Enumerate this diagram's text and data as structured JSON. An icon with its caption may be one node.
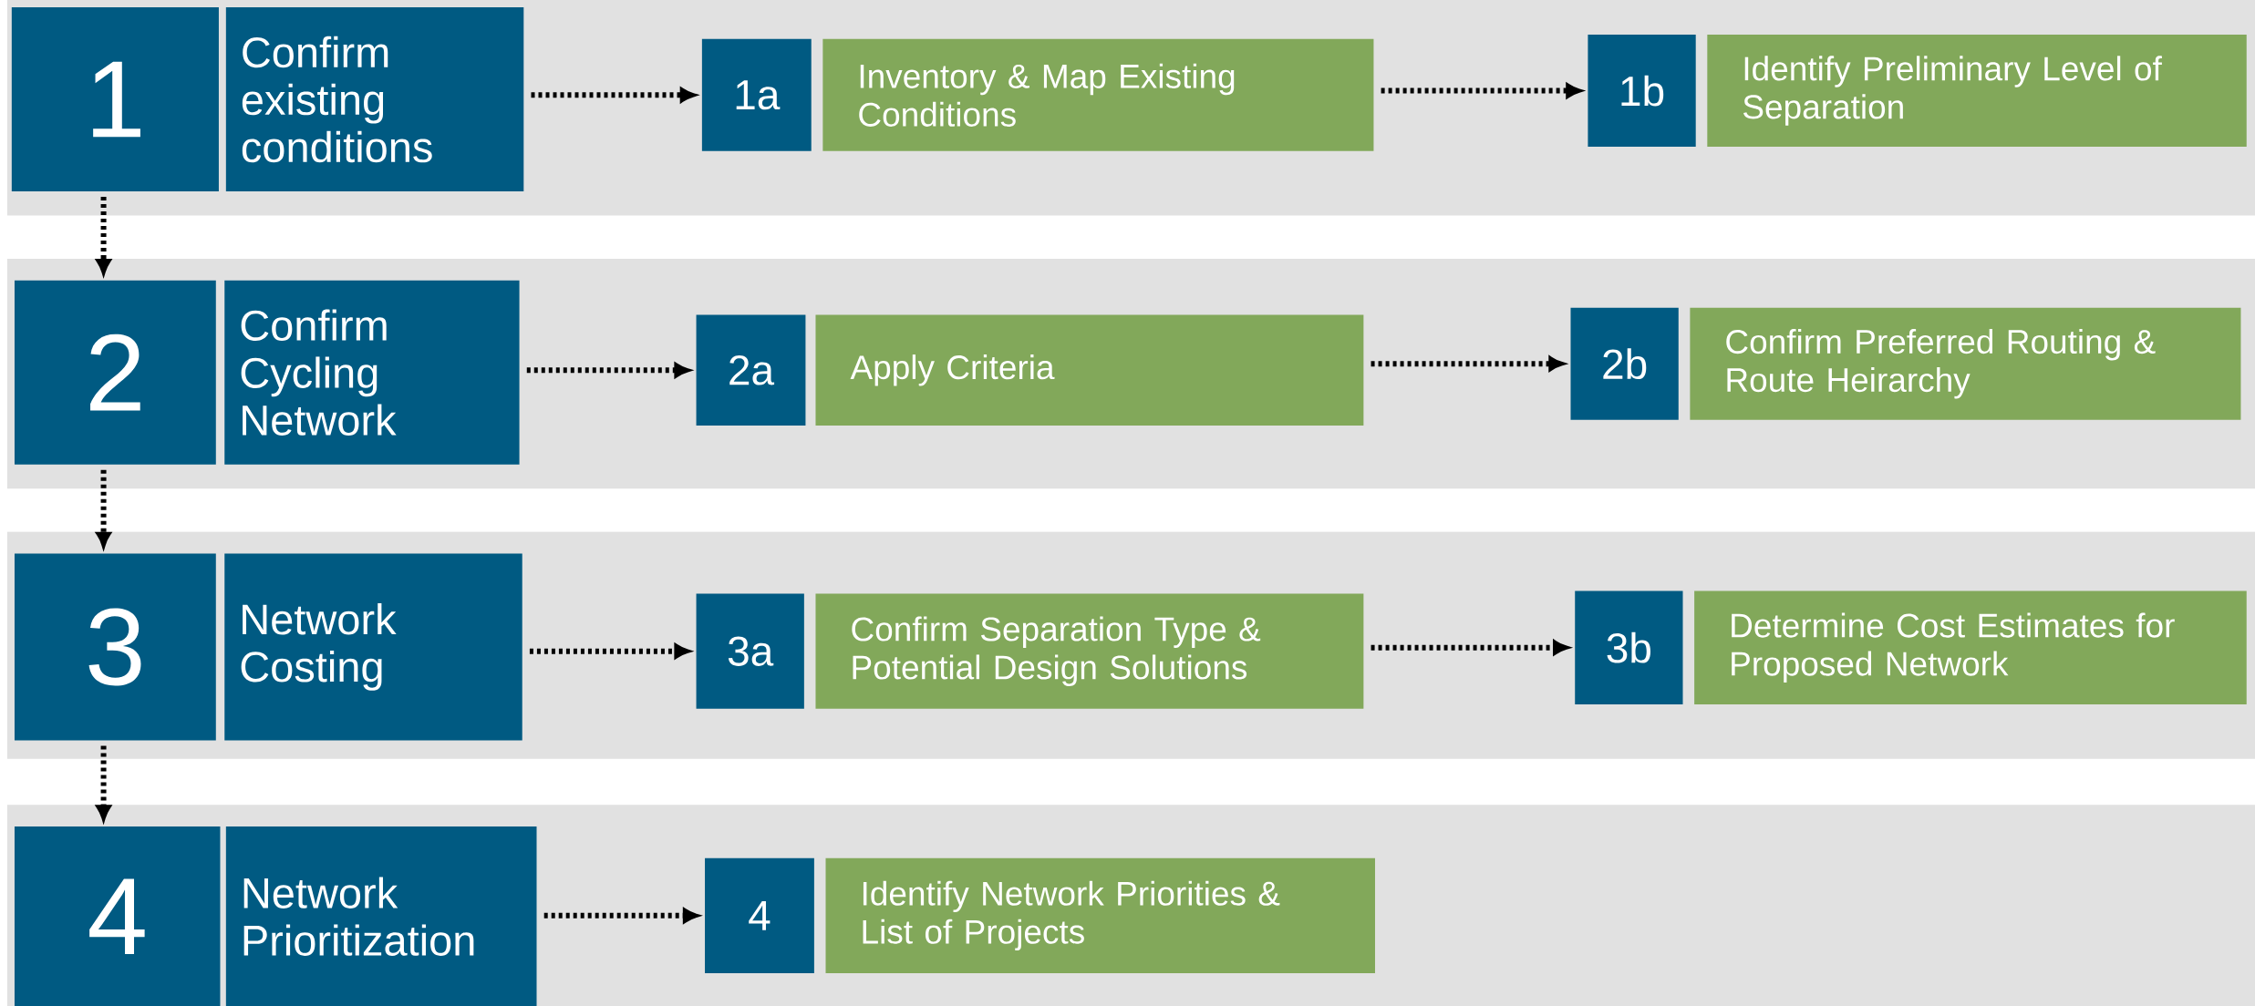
{
  "diagram": {
    "nodes": [
      {
        "text": [
          "1"
        ]
      },
      {
        "text": [
          "Confirm existing conditions"
        ]
      },
      {
        "text": [
          "1a"
        ]
      },
      {
        "text": [
          "Inventory & Map Existing Conditions"
        ]
      },
      {
        "text": [
          "1b"
        ]
      },
      {
        "text": [
          "Identify Preliminary Level of Separation"
        ]
      },
      {
        "text": [
          "2"
        ]
      },
      {
        "text": [
          "Confirm Cycling Network"
        ]
      },
      {
        "text": [
          "2a"
        ]
      },
      {
        "text": [
          "Apply Criteria"
        ]
      },
      {
        "text": [
          "2b"
        ]
      },
      {
        "text": [
          "Confirm Preferred Routing & Route Heirarchy"
        ]
      },
      {
        "text": [
          "3"
        ]
      },
      {
        "text": [
          "Network Costing"
        ]
      },
      {
        "text": [
          "3a"
        ]
      },
      {
        "text": [
          "Confirm Separation Type & Potential Design Solutions"
        ]
      },
      {
        "text": [
          "3b"
        ]
      },
      {
        "text": [
          "Determine Cost Estimates for Proposed Network"
        ]
      },
      {
        "text": [
          "4"
        ]
      },
      {
        "text": [
          "Network Prioritization"
        ]
      },
      {
        "text": [
          "4"
        ]
      },
      {
        "text": [
          "Identify Network Priorities & List of Projects"
        ]
      }
    ],
    "edges": [
      {
        "from": 1,
        "to": 2,
        "arrow": "to"
      },
      {
        "from": 3,
        "to": 4,
        "arrow": "to"
      },
      {
        "from": 7,
        "to": 8,
        "arrow": "to"
      },
      {
        "from": 9,
        "to": 10,
        "arrow": "to"
      },
      {
        "from": 13,
        "to": 14,
        "arrow": "to"
      },
      {
        "from": 15,
        "to": 16,
        "arrow": "to"
      },
      {
        "from": 19,
        "to": 20,
        "arrow": "to"
      },
      {
        "from": 0,
        "to": 6,
        "arrow": "to"
      },
      {
        "from": 6,
        "to": 12,
        "arrow": "to"
      },
      {
        "from": 12,
        "to": 18,
        "arrow": "to"
      }
    ]
  }
}
